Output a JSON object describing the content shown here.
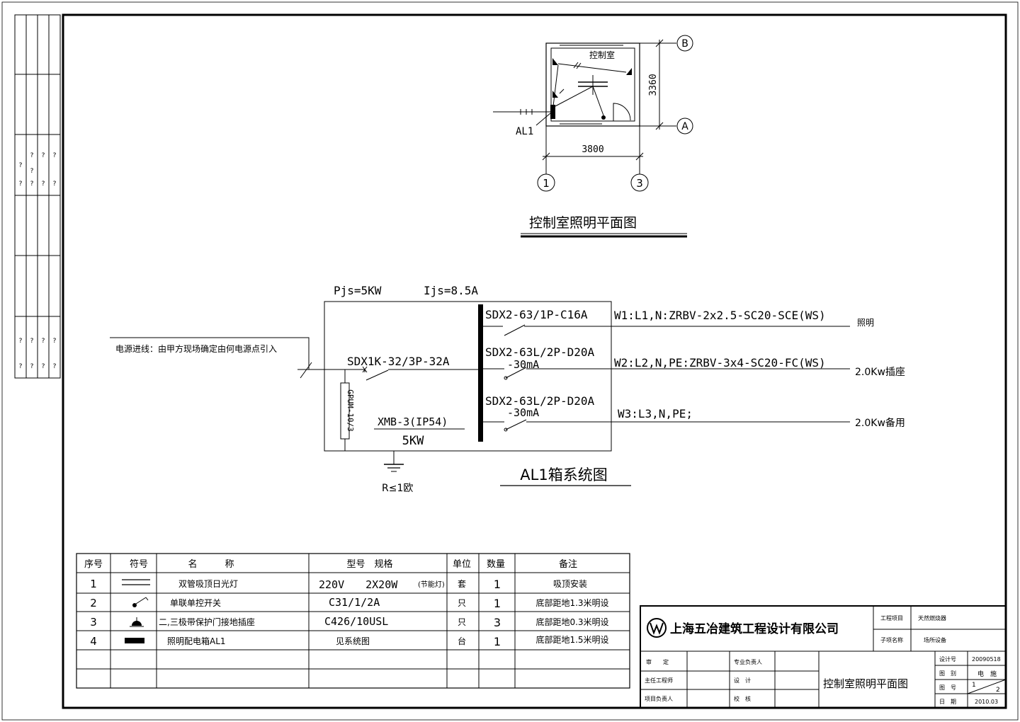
{
  "floor_plan": {
    "room_name": "控制室",
    "axis_b": "B",
    "axis_a": "A",
    "axis_1": "1",
    "axis_3": "3",
    "dim_height": "3360",
    "dim_width": "3800",
    "panel_tag": "AL1",
    "title": "控制室照明平面图"
  },
  "system": {
    "pjs": "Pjs=5KW",
    "ijs": "Ijs=8.5A",
    "incoming_note": "电源进线：由甲方现场确定由何电源点引入",
    "main_breaker": "SDX1K-32/3P-32A",
    "spd": "GPUM-10/3",
    "box_model": "XMB-3(IP54)",
    "box_power": "5KW",
    "ground": "R≤1欧",
    "title": "AL1箱系统图",
    "circuits": [
      {
        "breaker": "SDX2-63/1P-C16A",
        "rcd": "",
        "cable": "W1:L1,N:ZRBV-2x2.5-SC20-SCE(WS)",
        "load": "照明"
      },
      {
        "breaker": "SDX2-63L/2P-D20A",
        "rcd": "-30mA",
        "cable": "W2:L2,N,PE:ZRBV-3x4-SC20-FC(WS)",
        "load": "2.0Kw插座"
      },
      {
        "breaker": "SDX2-63L/2P-D20A",
        "rcd": "-30mA",
        "cable": "W3:L3,N,PE;",
        "load": "2.0Kw备用"
      }
    ]
  },
  "legend": {
    "headers": [
      "序号",
      "符号",
      "名　　　称",
      "型号　规格",
      "单位",
      "数量",
      "备注"
    ],
    "rows": [
      {
        "no": "1",
        "symbol": "tube-light-icon",
        "name": "双管吸顶日光灯",
        "spec": "220V　　2X20W",
        "spec_note": "(节能灯)",
        "unit": "套",
        "qty": "1",
        "remark": "吸顶安装"
      },
      {
        "no": "2",
        "symbol": "switch-icon",
        "name": "单联单控开关",
        "spec": "C31/1/2A",
        "spec_note": "",
        "unit": "只",
        "qty": "1",
        "remark": "底部距地1.3米明设"
      },
      {
        "no": "3",
        "symbol": "socket-icon",
        "name": "二,三极带保护门接地插座",
        "spec": "C426/10USL",
        "spec_note": "",
        "unit": "只",
        "qty": "3",
        "remark": "底部距地0.3米明设"
      },
      {
        "no": "4",
        "symbol": "panel-icon",
        "name": "照明配电箱AL1",
        "spec": "见系统图",
        "spec_note": "",
        "unit": "台",
        "qty": "1",
        "remark": "底部距地1.5米明设"
      }
    ]
  },
  "title_block": {
    "company": "上海五冶建筑工程设计有限公司",
    "project_label": "工程项目",
    "project_value": "天然燃烧器",
    "subitem_label": "子项名称",
    "subitem_value": "场所设备",
    "review": "审　　定",
    "chief_engineer": "主任工程师",
    "project_manager": "项目负责人",
    "specialty_lead": "专业负责人",
    "design": "设　计",
    "check": "校　核",
    "drawing_title": "控制室照明平面图",
    "design_no_label": "设计号",
    "design_no": "20090518",
    "category_label": "图　别",
    "category": "电　施",
    "drawing_no_label": "图　号",
    "drawing_no_a": "1",
    "drawing_no_b": "2",
    "date_label": "日　期",
    "date": "2010.03"
  },
  "margin_marks": "?"
}
